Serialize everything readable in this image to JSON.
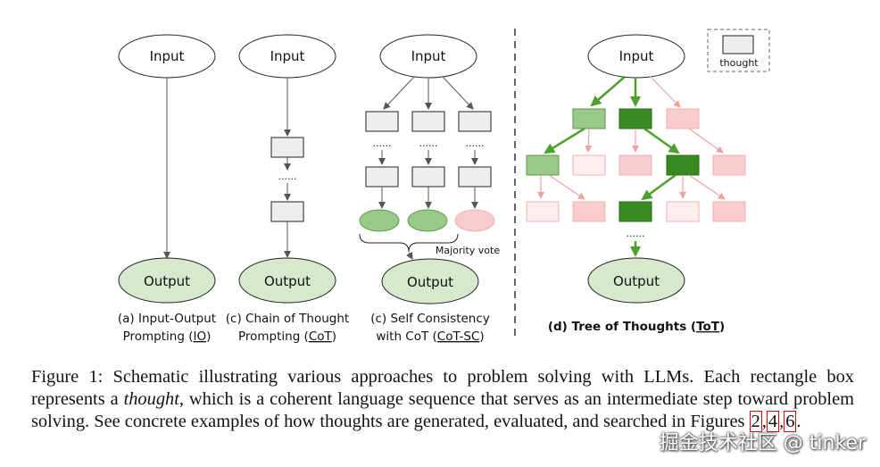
{
  "io": {
    "input": "Input",
    "output": "Output",
    "caption_line1": "(a) Input-Output",
    "caption_line2_pre": "Prompting (",
    "caption_abbr": "IO",
    "caption_line2_post": ")"
  },
  "cot": {
    "input": "Input",
    "output": "Output",
    "dots": "......",
    "caption_line1": "(c) Chain of Thought",
    "caption_line2_pre": "Prompting (",
    "caption_abbr": "CoT",
    "caption_line2_post": ")"
  },
  "cotsc": {
    "input": "Input",
    "output": "Output",
    "dots": "......",
    "majority_vote": "Majority vote",
    "caption_line1": "(c) Self Consistency",
    "caption_line2_pre": "with CoT (",
    "caption_abbr": "CoT-SC",
    "caption_line2_post": ")"
  },
  "tot": {
    "input": "Input",
    "output": "Output",
    "dots": "......",
    "legend_label": "thought",
    "caption_pre": "(d) Tree of Thoughts (",
    "caption_abbr": "ToT",
    "caption_post": ")"
  },
  "colors": {
    "green_dark": "#3a8a22",
    "green_light": "#99c98b",
    "green_output": "#d6e9cc",
    "pink": "#f8cccc",
    "pink_light": "#fdeeee",
    "gray_box": "#eeeeee"
  },
  "caption": {
    "prefix": "Figure 1: Schematic illustrating various approaches to problem solving with LLMs. Each rectangle box represents a ",
    "emph": "thought",
    "middle": ", which is a coherent language sequence that serves as an intermediate step toward problem solving. See concrete examples of how thoughts are generated, evaluated, and searched in Figures ",
    "ref1": "2",
    "sep1": ",",
    "ref2": "4",
    "sep2": ",",
    "ref3": "6",
    "suffix": "."
  },
  "watermark": "掘金技术社区 @ tinker"
}
